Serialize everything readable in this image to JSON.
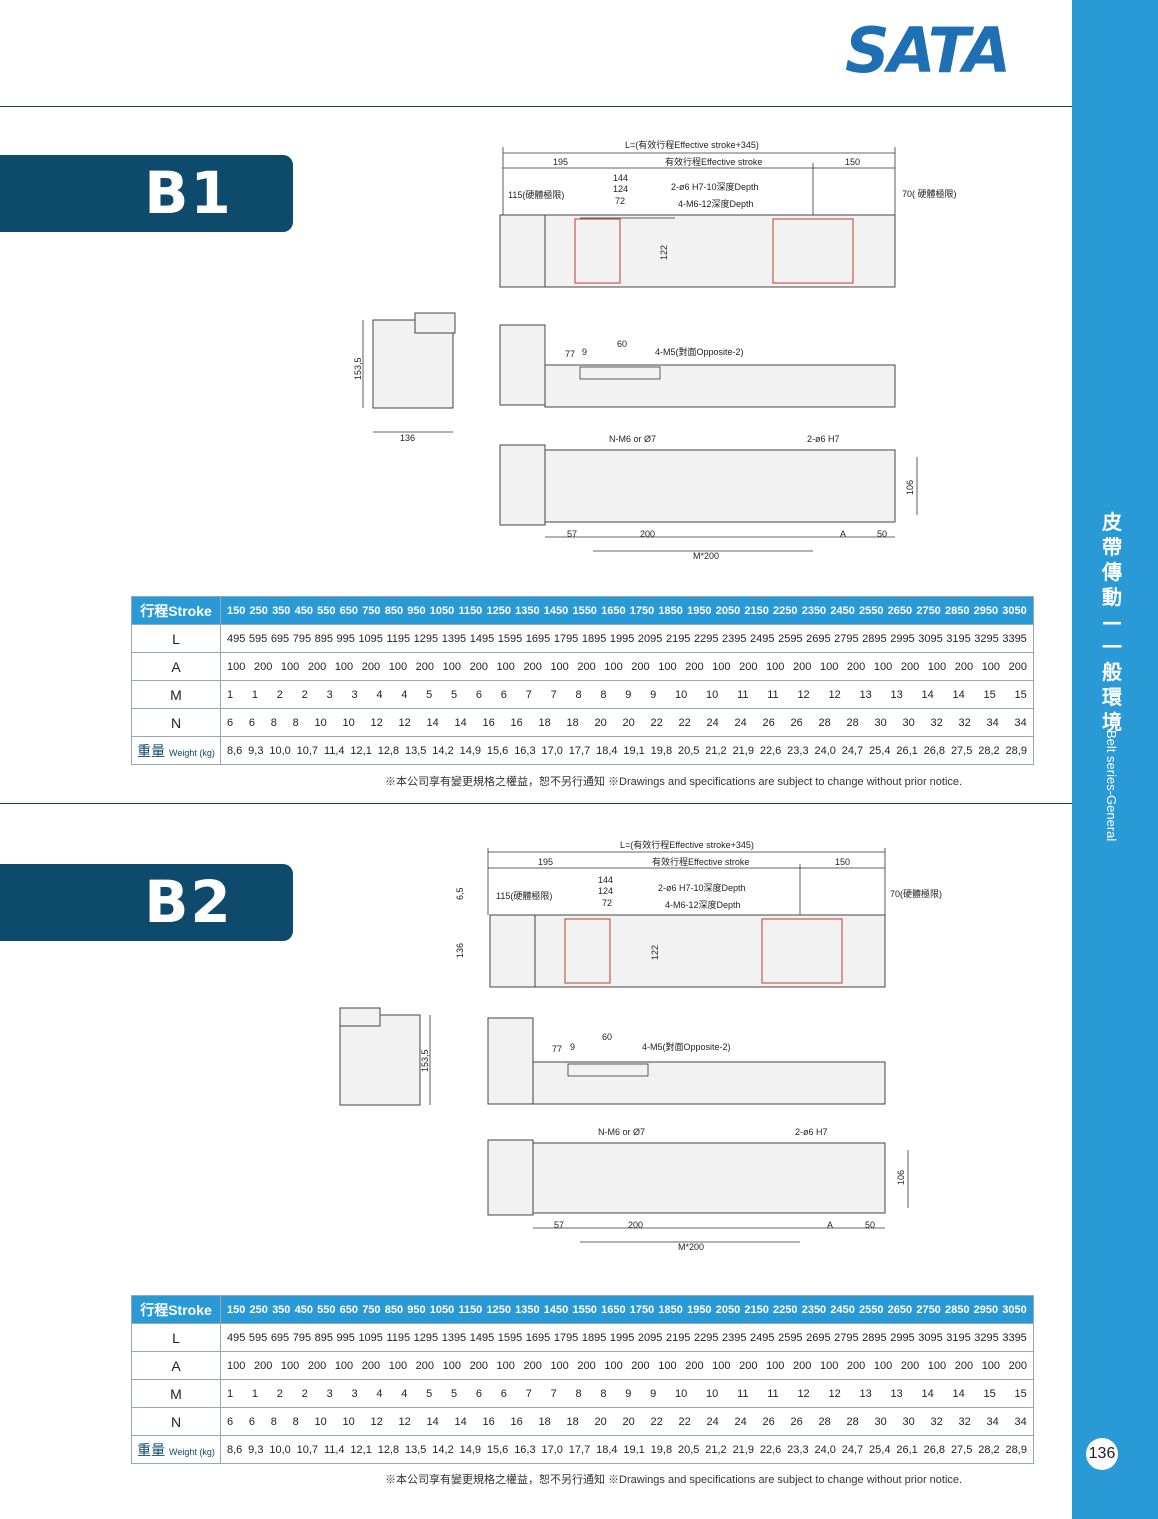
{
  "brand": {
    "logo": "SATA"
  },
  "sidebar": {
    "title_cn": [
      "皮",
      "帶",
      "傳",
      "動",
      "—",
      "一",
      "般",
      "環",
      "境"
    ],
    "title_en": "Belt series-General",
    "page_number": "136"
  },
  "sections": [
    {
      "tag": "B1",
      "drawing": {
        "overall_length": "L=(有效行程Effective stroke+345)",
        "d195": "195",
        "effective_stroke": "有效行程Effective stroke",
        "d150": "150",
        "d144": "144",
        "d124": "124",
        "d72": "72",
        "hole_spec": "2-ø6 H7-10深度Depth",
        "tap_spec": "4-M6-12深度Depth",
        "left_limit": "115(硬體極限)",
        "right_limit": "70( 硬體極限)",
        "d122": "122",
        "d153_5": "153,5",
        "d136": "136",
        "d60": "60",
        "d77": "77",
        "d9": "9",
        "opposite_spec": "4-M5(對面Opposite-2)",
        "bottom_holes": "N-M6 or Ø7",
        "pin_holes": "2-ø6 H7",
        "d57": "57",
        "d200": "200",
        "dA": "A",
        "d50": "50",
        "dM200": "M*200",
        "d106": "106"
      },
      "table": {
        "header_label": "行程Stroke",
        "stroke": [
          "150",
          "250",
          "350",
          "450",
          "550",
          "650",
          "750",
          "850",
          "950",
          "1050",
          "1150",
          "1250",
          "1350",
          "1450",
          "1550",
          "1650",
          "1750",
          "1850",
          "1950",
          "2050",
          "2150",
          "2250",
          "2350",
          "2450",
          "2550",
          "2650",
          "2750",
          "2850",
          "2950",
          "3050"
        ],
        "rows": [
          {
            "label": "L",
            "values": [
              "495",
              "595",
              "695",
              "795",
              "895",
              "995",
              "1095",
              "1195",
              "1295",
              "1395",
              "1495",
              "1595",
              "1695",
              "1795",
              "1895",
              "1995",
              "2095",
              "2195",
              "2295",
              "2395",
              "2495",
              "2595",
              "2695",
              "2795",
              "2895",
              "2995",
              "3095",
              "3195",
              "3295",
              "3395"
            ]
          },
          {
            "label": "A",
            "values": [
              "100",
              "200",
              "100",
              "200",
              "100",
              "200",
              "100",
              "200",
              "100",
              "200",
              "100",
              "200",
              "100",
              "200",
              "100",
              "200",
              "100",
              "200",
              "100",
              "200",
              "100",
              "200",
              "100",
              "200",
              "100",
              "200",
              "100",
              "200",
              "100",
              "200"
            ]
          },
          {
            "label": "M",
            "values": [
              "1",
              "1",
              "2",
              "2",
              "3",
              "3",
              "4",
              "4",
              "5",
              "5",
              "6",
              "6",
              "7",
              "7",
              "8",
              "8",
              "9",
              "9",
              "10",
              "10",
              "11",
              "11",
              "12",
              "12",
              "13",
              "13",
              "14",
              "14",
              "15",
              "15"
            ]
          },
          {
            "label": "N",
            "values": [
              "6",
              "6",
              "8",
              "8",
              "10",
              "10",
              "12",
              "12",
              "14",
              "14",
              "16",
              "16",
              "18",
              "18",
              "20",
              "20",
              "22",
              "22",
              "24",
              "24",
              "26",
              "26",
              "28",
              "28",
              "30",
              "30",
              "32",
              "32",
              "34",
              "34"
            ]
          }
        ],
        "weight_label_cn": "重量",
        "weight_label_en": "Weight (kg)",
        "weight": [
          "8,6",
          "9,3",
          "10,0",
          "10,7",
          "11,4",
          "12,1",
          "12,8",
          "13,5",
          "14,2",
          "14,9",
          "15,6",
          "16,3",
          "17,0",
          "17,7",
          "18,4",
          "19,1",
          "19,8",
          "20,5",
          "21,2",
          "21,9",
          "22,6",
          "23,3",
          "24,0",
          "24,7",
          "25,4",
          "26,1",
          "26,8",
          "27,5",
          "28,2",
          "28,9"
        ]
      },
      "note": "※本公司享有變更規格之權益，恕不另行通知 ※Drawings and specifications are subject to change without prior notice."
    },
    {
      "tag": "B2",
      "drawing": {
        "overall_length": "L=(有效行程Effective stroke+345)",
        "d195": "195",
        "effective_stroke": "有效行程Effective stroke",
        "d150": "150",
        "d144": "144",
        "d124": "124",
        "d72": "72",
        "hole_spec": "2-ø6 H7-10深度Depth",
        "tap_spec": "4-M6-12深度Depth",
        "left_limit": "115(硬體極限)",
        "right_limit": "70(硬體極限)",
        "d122": "122",
        "d6_5": "6,5",
        "d136": "136",
        "d153_5": "153,5",
        "d60": "60",
        "d77": "77",
        "d9": "9",
        "opposite_spec": "4-M5(對面Opposite-2)",
        "bottom_holes": "N-M6 or Ø7",
        "pin_holes": "2-ø6 H7",
        "d57": "57",
        "d200": "200",
        "dA": "A",
        "d50": "50",
        "dM200": "M*200",
        "d106": "106"
      },
      "table": {
        "header_label": "行程Stroke",
        "stroke": [
          "150",
          "250",
          "350",
          "450",
          "550",
          "650",
          "750",
          "850",
          "950",
          "1050",
          "1150",
          "1250",
          "1350",
          "1450",
          "1550",
          "1650",
          "1750",
          "1850",
          "1950",
          "2050",
          "2150",
          "2250",
          "2350",
          "2450",
          "2550",
          "2650",
          "2750",
          "2850",
          "2950",
          "3050"
        ],
        "rows": [
          {
            "label": "L",
            "values": [
              "495",
              "595",
              "695",
              "795",
              "895",
              "995",
              "1095",
              "1195",
              "1295",
              "1395",
              "1495",
              "1595",
              "1695",
              "1795",
              "1895",
              "1995",
              "2095",
              "2195",
              "2295",
              "2395",
              "2495",
              "2595",
              "2695",
              "2795",
              "2895",
              "2995",
              "3095",
              "3195",
              "3295",
              "3395"
            ]
          },
          {
            "label": "A",
            "values": [
              "100",
              "200",
              "100",
              "200",
              "100",
              "200",
              "100",
              "200",
              "100",
              "200",
              "100",
              "200",
              "100",
              "200",
              "100",
              "200",
              "100",
              "200",
              "100",
              "200",
              "100",
              "200",
              "100",
              "200",
              "100",
              "200",
              "100",
              "200",
              "100",
              "200"
            ]
          },
          {
            "label": "M",
            "values": [
              "1",
              "1",
              "2",
              "2",
              "3",
              "3",
              "4",
              "4",
              "5",
              "5",
              "6",
              "6",
              "7",
              "7",
              "8",
              "8",
              "9",
              "9",
              "10",
              "10",
              "11",
              "11",
              "12",
              "12",
              "13",
              "13",
              "14",
              "14",
              "15",
              "15"
            ]
          },
          {
            "label": "N",
            "values": [
              "6",
              "6",
              "8",
              "8",
              "10",
              "10",
              "12",
              "12",
              "14",
              "14",
              "16",
              "16",
              "18",
              "18",
              "20",
              "20",
              "22",
              "22",
              "24",
              "24",
              "26",
              "26",
              "28",
              "28",
              "30",
              "30",
              "32",
              "32",
              "34",
              "34"
            ]
          }
        ],
        "weight_label_cn": "重量",
        "weight_label_en": "Weight (kg)",
        "weight": [
          "8,6",
          "9,3",
          "10,0",
          "10,7",
          "11,4",
          "12,1",
          "12,8",
          "13,5",
          "14,2",
          "14,9",
          "15,6",
          "16,3",
          "17,0",
          "17,7",
          "18,4",
          "19,1",
          "19,8",
          "20,5",
          "21,2",
          "21,9",
          "22,6",
          "23,3",
          "24,0",
          "24,7",
          "25,4",
          "26,1",
          "26,8",
          "27,5",
          "28,2",
          "28,9"
        ]
      },
      "note": "※本公司享有變更規格之權益，恕不另行通知 ※Drawings and specifications are subject to change without prior notice."
    }
  ]
}
